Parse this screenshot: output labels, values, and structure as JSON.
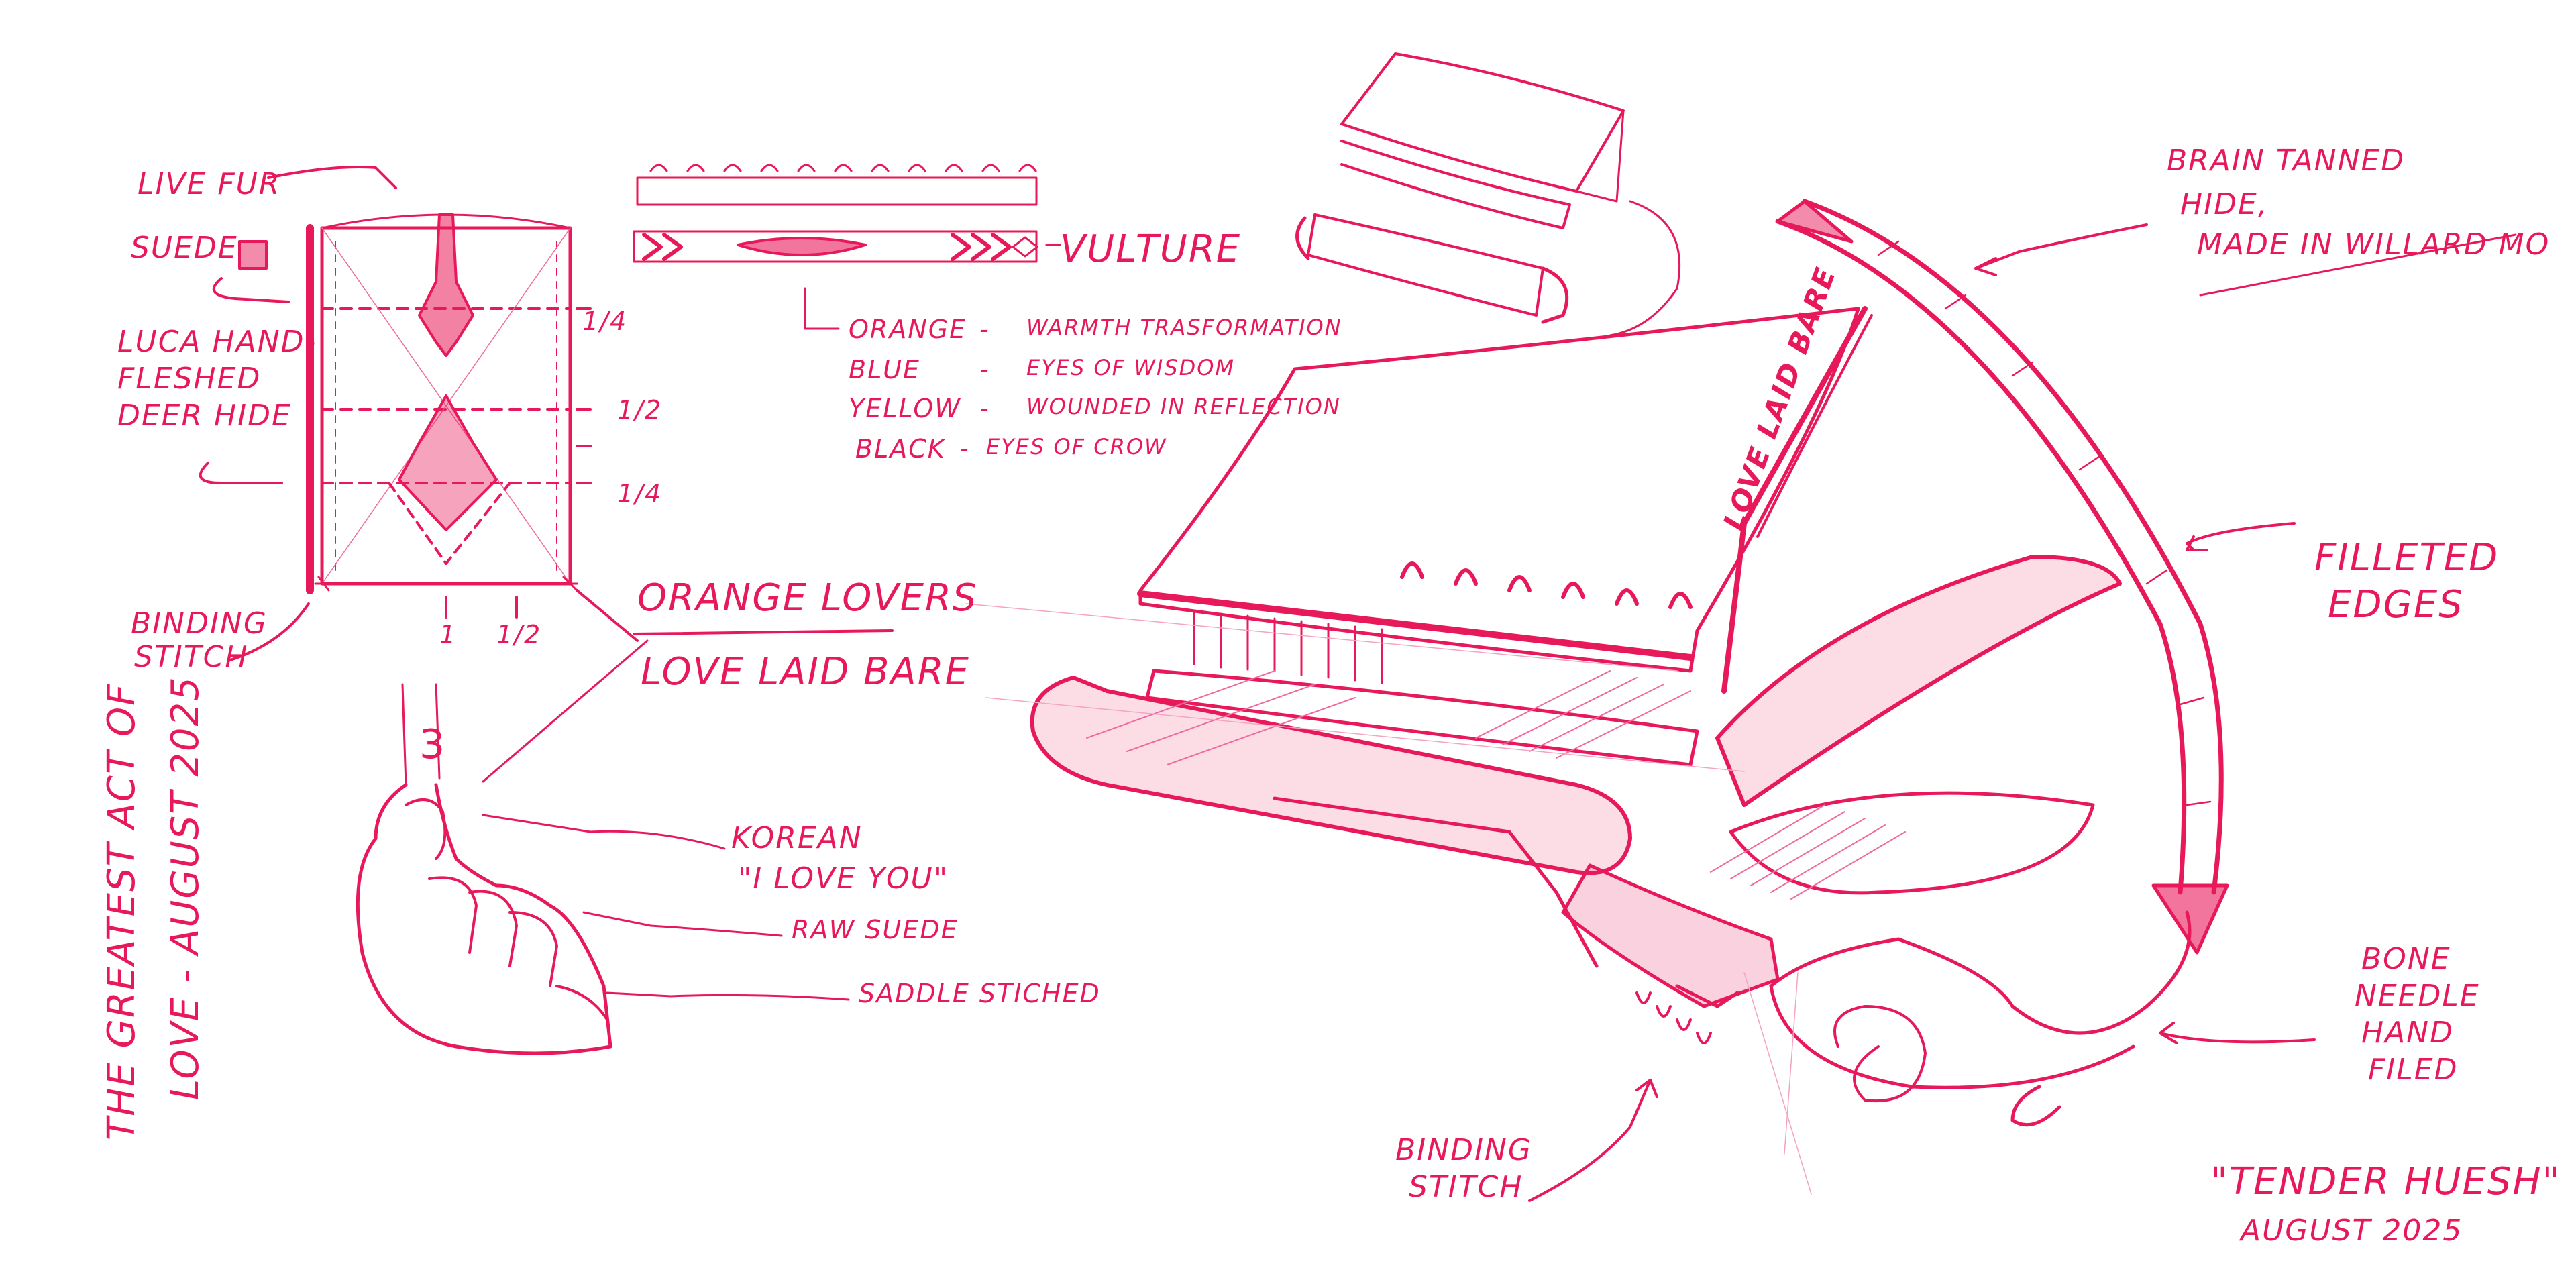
{
  "colors": {
    "ink": "#e8195a",
    "ink_light": "#f06aa0",
    "paper": "#ffffff"
  },
  "left_panel": {
    "live_fur": "LIVE FUR",
    "suede": "SUEDE",
    "luca_line1": "LUCA HAND-",
    "luca_line2": "FLESHED",
    "luca_line3": "DEER HIDE",
    "binding_line1": "BINDING",
    "binding_line2": "STITCH",
    "dim_quarter_top": "1/4",
    "dim_half": "1/2",
    "dim_quarter_bottom": "1/4",
    "dim_one": "1",
    "dim_half_bottom": "1/2"
  },
  "spine_panel": {
    "vulture": "VULTURE",
    "legend": [
      {
        "key": "ORANGE",
        "value": "WARMTH TRASFORMATION"
      },
      {
        "key": "BLUE",
        "value": "EYES OF WISDOM"
      },
      {
        "key": "YELLOW",
        "value": "WOUNDED IN REFLECTION"
      },
      {
        "key": "BLACK",
        "value": "EYES OF CROW"
      }
    ]
  },
  "title": {
    "line1": "ORANGE LOVERS",
    "line2": "LOVE LAID BARE"
  },
  "vertical_note": {
    "line1": "THE GREATEST ACT OF",
    "line2": "LOVE - AUGUST 2025"
  },
  "hand": {
    "korean_line1": "KOREAN",
    "korean_line2": "\"I LOVE YOU\"",
    "raw_suede": "RAW SUEDE",
    "saddle": "SADDLE STICHED"
  },
  "right_panel": {
    "brain_line1": "BRAIN TANNED",
    "brain_line2": "HIDE,",
    "brain_line3": "MADE IN WILLARD MO",
    "filleted_line1": "FILLETED",
    "filleted_line2": "EDGES",
    "bone_line1": "BONE",
    "bone_line2": "NEEDLE",
    "bone_line3": "HAND",
    "bone_line4": "FILED",
    "binding_line1": "BINDING",
    "binding_line2": "STITCH",
    "signature_line1": "\"TENDER HUESH\"",
    "signature_line2": "AUGUST 2025",
    "spine_text": "LOVE LAID BARE"
  }
}
